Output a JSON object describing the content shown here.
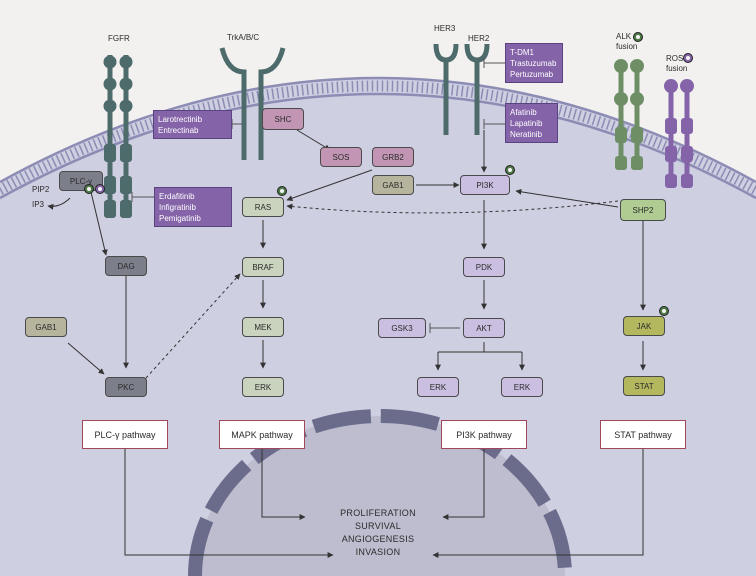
{
  "receptors": {
    "fgfr": "FGFR",
    "trk": "TrkA/B/C",
    "her3": "HER3",
    "her2": "HER2",
    "alk": "ALK\nfusion",
    "ros": "ROS\nfusion"
  },
  "drugs": {
    "trk": [
      "Larotrectinib",
      "Entrectinab"
    ],
    "her2_antibody": [
      "T-DM1",
      "Trastuzumab",
      "Pertuzumab"
    ],
    "her2_tki": [
      "Afatinib",
      "Lapatinib",
      "Neratinib"
    ],
    "fgfr": [
      "Erdafitinib",
      "Infigratinib",
      "Pemigatinib"
    ]
  },
  "nodes": {
    "plc": "PLC-γ",
    "pip2": "PIP2",
    "ip3": "IP3",
    "dag": "DAG",
    "gab1_left": "GAB1",
    "pkc": "PKC",
    "shc": "SHC",
    "sos": "SOS",
    "grb2": "GRB2",
    "ras": "RAS",
    "braf": "BRAF",
    "mek": "MEK",
    "erk_mapk": "ERK",
    "gab1_pi3k": "GAB1",
    "pi3k": "PI3K",
    "pdk": "PDK",
    "akt": "AKT",
    "gsk3": "GSK3",
    "erk_left": "ERK",
    "erk_right": "ERK",
    "shp2": "SHP2",
    "jak": "JAK",
    "stat": "STAT"
  },
  "pathways": [
    "PLC-γ pathway",
    "MAPK pathway",
    "PI3K pathway",
    "STAT pathway"
  ],
  "outcomes": [
    "PROLIFERATION",
    "SURVIVAL",
    "ANGIOGENESIS",
    "INVASION"
  ],
  "colors": {
    "background": "#f2f1f0",
    "cytoplasm": "#cfcfe2",
    "membrane": "#8c8cb4",
    "nucleus": "#6b6b8c",
    "receptor": "#4d6b6b",
    "alk_fusion": "#6e8f66",
    "ros_fusion": "#8463a8",
    "drug_box": "#8463a8",
    "pathway_border": "#a0475c",
    "star_green": "#4d7a48",
    "star_purple": "#8463a8"
  }
}
